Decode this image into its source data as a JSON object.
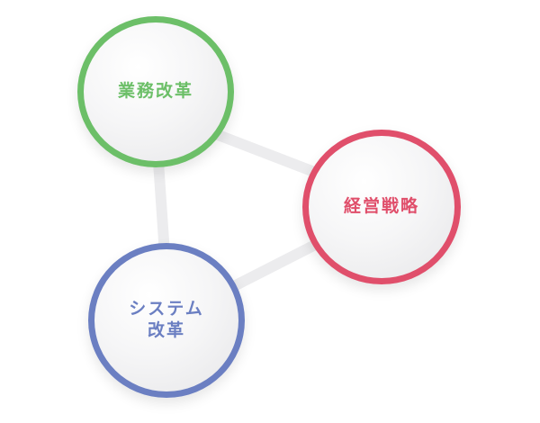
{
  "diagram": {
    "nodes": [
      {
        "id": "business",
        "lines": [
          "業務改革"
        ],
        "color": "#6cbf68"
      },
      {
        "id": "strategy",
        "lines": [
          "経営戦略"
        ],
        "color": "#e04f6b"
      },
      {
        "id": "system",
        "lines": [
          "システム",
          "改革"
        ],
        "color": "#6b7fc2"
      }
    ],
    "connectors": [
      {
        "from": "business",
        "to": "strategy"
      },
      {
        "from": "business",
        "to": "system"
      },
      {
        "from": "system",
        "to": "strategy"
      }
    ],
    "connector_color": "#eeeeef"
  }
}
